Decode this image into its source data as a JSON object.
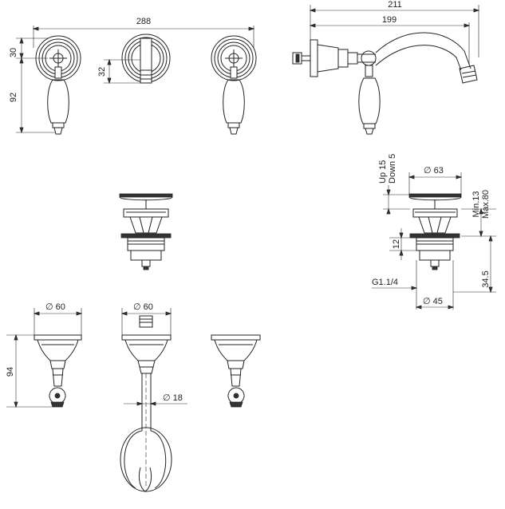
{
  "drawing": {
    "dimensions": {
      "front_width": "288",
      "handle_top": "30",
      "handle_total": "92",
      "spout_disc": "32",
      "side_total": "211",
      "side_spout": "199",
      "waste_up": "Up 15",
      "waste_down": "Down 5",
      "waste_cap": "63",
      "waste_min": "Min.13",
      "waste_max": "Max.80",
      "waste_flange": "12",
      "waste_thread": "G1.1/4",
      "waste_body": "45",
      "waste_height": "34.5",
      "rough_valve_left": "60",
      "rough_spout": "60",
      "rough_depth": "94",
      "rough_pipe": "18"
    },
    "symbols": {
      "diameter": "∅"
    }
  }
}
